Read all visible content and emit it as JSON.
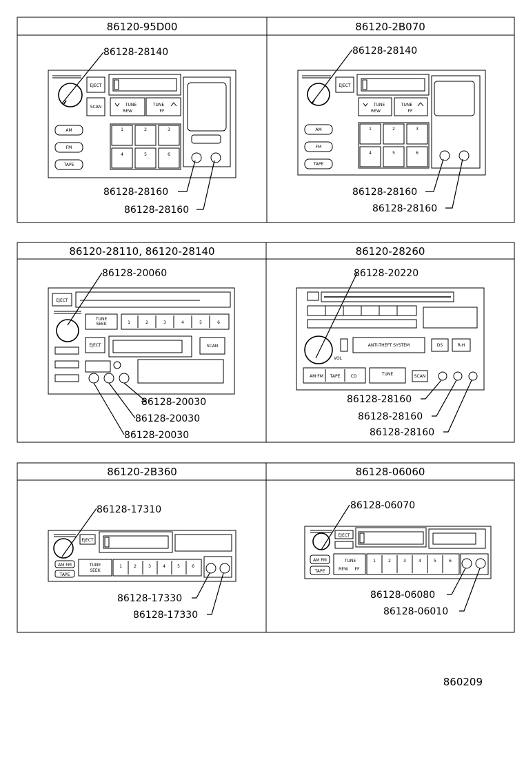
{
  "panels": [
    {
      "header": "86120-95D00",
      "labels": [
        "86128-28140",
        "86128-28160",
        "86128-28160"
      ],
      "buttons": [
        "EJECT",
        "SCAN",
        "TUNE",
        "REW",
        "TUNE",
        "FF",
        "AM",
        "FM",
        "TAPE",
        "1",
        "2",
        "3",
        "4",
        "5",
        "6"
      ]
    },
    {
      "header": "86120-2B070",
      "labels": [
        "86128-28140",
        "86128-28160",
        "86128-28160"
      ],
      "buttons": [
        "EJECT",
        "TUNE",
        "REW",
        "TUNE",
        "FF",
        "AM",
        "FM",
        "TAPE",
        "1",
        "2",
        "3",
        "4",
        "5",
        "6"
      ]
    },
    {
      "header": "86120-28110, 86120-28140",
      "labels": [
        "86128-20060",
        "86128-20030",
        "86128-20030",
        "86128-20030"
      ],
      "buttons": [
        "EJECT",
        "TUNE",
        "SEEK",
        "1",
        "2",
        "3",
        "4",
        "5",
        "6",
        "EJECT",
        "SCAN"
      ]
    },
    {
      "header": "86120-28260",
      "labels": [
        "86128-20220",
        "86128-28160",
        "86128-28160",
        "86128-28160"
      ],
      "buttons": [
        "ANTI-THEFT SYSTEM",
        "DS",
        "R-H",
        "AM·FM",
        "TAPE",
        "CD",
        "TUNE",
        "SCAN",
        "VOL"
      ]
    },
    {
      "header": "86120-2B360",
      "labels": [
        "86128-17310",
        "86128-17330",
        "86128-17330"
      ],
      "buttons": [
        "EJECT",
        "AM FM",
        "TAPE",
        "TUNE",
        "SEEK",
        "1",
        "2",
        "3",
        "4",
        "5",
        "6"
      ]
    },
    {
      "header": "86128-06060",
      "labels": [
        "86128-06070",
        "86128-06080",
        "86128-06010"
      ],
      "buttons": [
        "EJECT",
        "AM FM",
        "TAPE",
        "TUNE",
        "REW",
        "FF",
        "1",
        "2",
        "3",
        "4",
        "5",
        "6"
      ]
    }
  ],
  "diagram_id": "860209"
}
